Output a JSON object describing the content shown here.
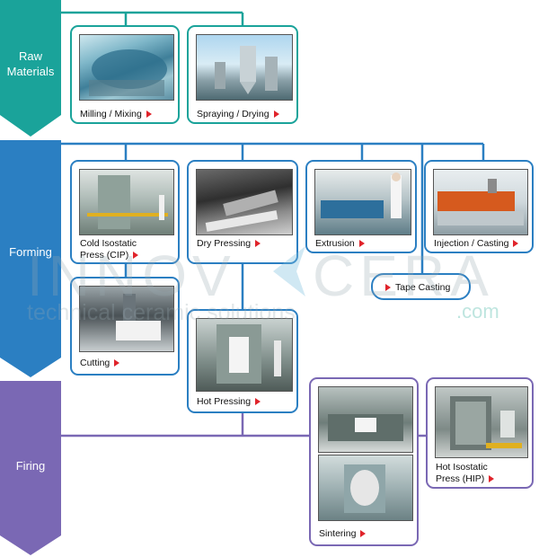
{
  "stages": [
    {
      "name": "Raw\nMaterials",
      "color": "#1aa39a"
    },
    {
      "name": "Forming",
      "color": "#2b7fc2"
    },
    {
      "name": "Firing",
      "color": "#7a68b4"
    }
  ],
  "processes": {
    "milling": "Milling / Mixing",
    "spraying": "Spraying / Drying",
    "cip": "Cold Isostatic\nPress (CIP)",
    "dry_pressing": "Dry Pressing",
    "extrusion": "Extrusion",
    "injection": "Injection / Casting",
    "tape_casting": "Tape Casting",
    "cutting": "Cutting",
    "hot_pressing": "Hot Pressing",
    "sintering": "Sintering",
    "hip": "Hot Isostatic\nPress (HIP)"
  },
  "watermark": {
    "brand_left": "INNOV",
    "brand_right": "CERA",
    "tagline": "technical ceramic solutions",
    "domain": ".com"
  },
  "colors": {
    "raw": "#1aa39a",
    "forming": "#2b7fc2",
    "firing": "#7a68b4",
    "arrow": "#e0232a"
  }
}
